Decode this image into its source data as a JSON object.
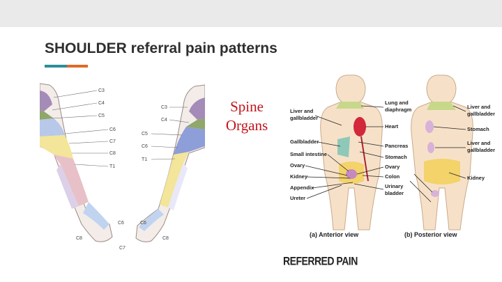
{
  "slide": {
    "title": "SHOULDER referral pain patterns",
    "accent_colors": [
      "#2a8f97",
      "#e06a25"
    ],
    "callout": {
      "line1": "Spine",
      "line2": "Organs",
      "color": "#c0141c"
    },
    "footer_logo": "REFERRED PAIN"
  },
  "dermatome_figure": {
    "left_labels": [
      "C3",
      "C4",
      "C5",
      "C6",
      "C7",
      "C8",
      "T1"
    ],
    "right_labels": [
      "C3",
      "C4",
      "C5",
      "C6",
      "T1"
    ],
    "hand_labels_left": [
      "C8",
      "C6",
      "C7"
    ],
    "hand_labels_right": [
      "C6",
      "C8"
    ]
  },
  "organ_figure": {
    "anterior_labels": [
      "Liver and",
      "gallbladder",
      "Gallbladder",
      "Small intestine",
      "Ovary",
      "Kidney",
      "Appendix",
      "Ureter"
    ],
    "center_labels": [
      "Lung and",
      "diaphragm",
      "Heart",
      "Pancreas",
      "Stomach",
      "Ovary",
      "Colon",
      "Urinary",
      "bladder"
    ],
    "posterior_labels": [
      "Liver and",
      "gallbladder",
      "Stomach",
      "Liver and",
      "gallbladder",
      "Kidney"
    ],
    "captions": [
      "(a) Anterior view",
      "(b) Posterior view"
    ]
  }
}
